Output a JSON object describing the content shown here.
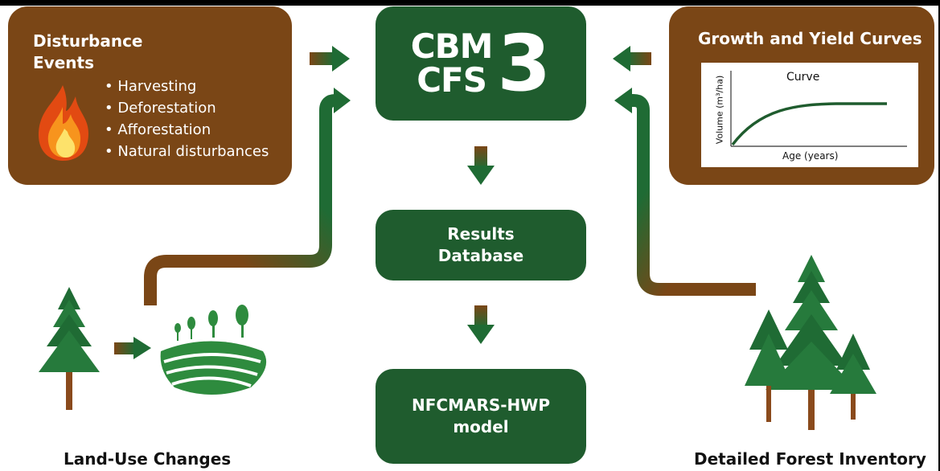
{
  "disturbance": {
    "title_line1": "Disturbance",
    "title_line2": "Events",
    "items": [
      "Harvesting",
      "Deforestation",
      "Afforestation",
      "Natural disturbances"
    ]
  },
  "center": {
    "logo_line1": "CBM",
    "logo_line2": "CFS",
    "logo_number": "3",
    "results_line1": "Results",
    "results_line2": "Database",
    "model_line1": "NFCMARS-HWP",
    "model_line2": "model"
  },
  "growth": {
    "title": "Growth and Yield Curves",
    "curve_label": "Curve",
    "y_axis": "Volume (m³/ha)",
    "x_axis": "Age (years)"
  },
  "land_use": {
    "label": "Land-Use Changes"
  },
  "inventory": {
    "label": "Detailed Forest Inventory"
  },
  "colors": {
    "brown": "#7a4616",
    "green": "#1f5c2e",
    "bright_green": "#2e8b3e"
  }
}
